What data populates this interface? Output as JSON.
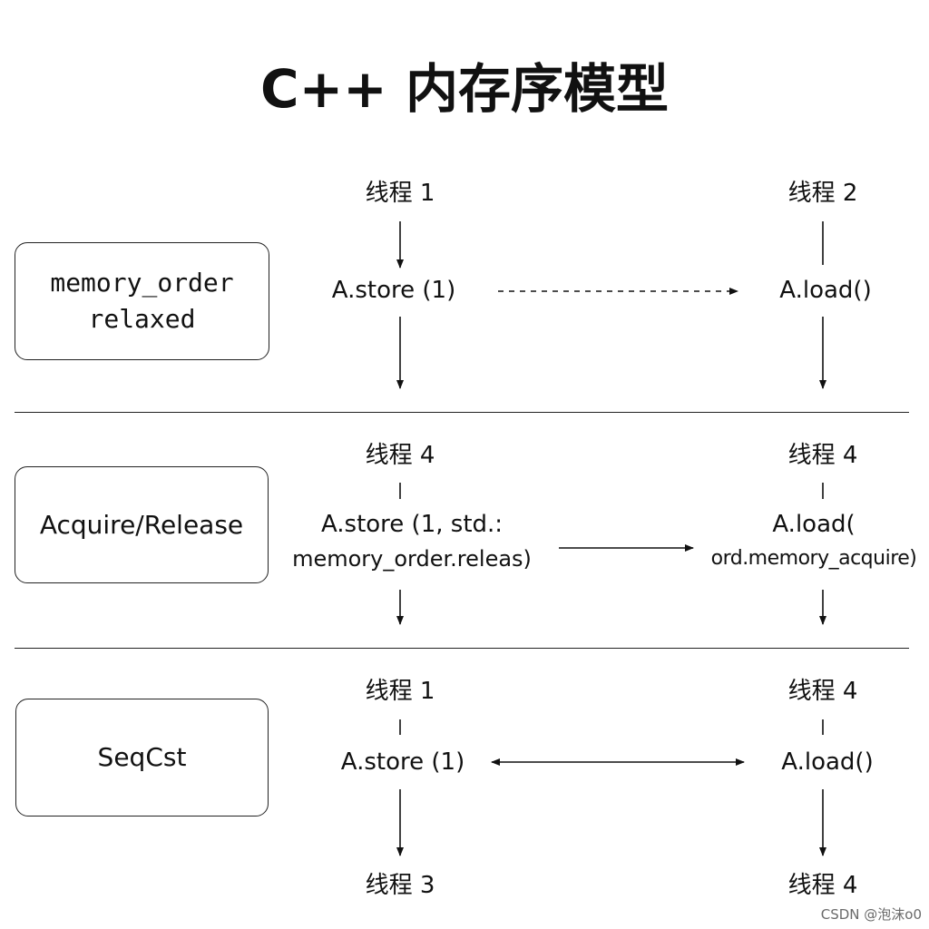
{
  "title": "C++ 内存序模型",
  "sections": [
    {
      "mode_lines": [
        "memory_order",
        "relaxed"
      ],
      "left_thread": "线程 1",
      "right_thread": "线程 2",
      "left_op": [
        "A.store (1)"
      ],
      "right_op": [
        "A.load()"
      ],
      "connector": "dashed-arrow-right"
    },
    {
      "mode_lines": [
        "Acquire/Release"
      ],
      "left_thread": "线程 4",
      "right_thread": "线程 4",
      "left_op": [
        "A.store (1, std.:",
        "memory_order.releas)"
      ],
      "right_op": [
        "A.load(",
        "ord.memory_acquire)"
      ],
      "connector": "solid-arrow-right"
    },
    {
      "mode_lines": [
        "SeqCst"
      ],
      "left_thread": "线程 1",
      "right_thread": "线程 4",
      "left_op": [
        "A.store (1)"
      ],
      "right_op": [
        "A.load()"
      ],
      "connector": "double-arrow",
      "left_bottom_thread": "线程 3",
      "right_bottom_thread": "线程 4"
    }
  ],
  "watermark": "CSDN @泡沫o0"
}
